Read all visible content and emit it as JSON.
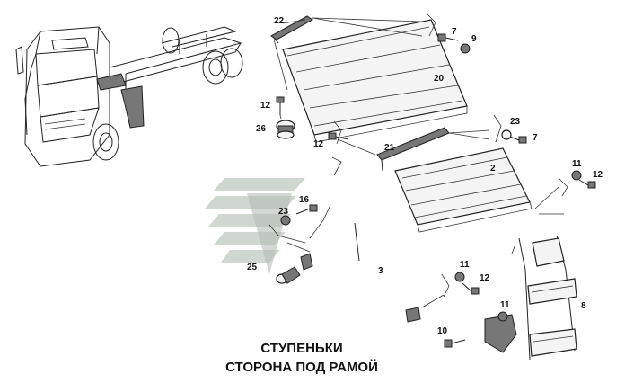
{
  "caption": {
    "line1": "СТУПЕНЬКИ",
    "line2": "СТОРОНА ПОД РАМОЙ"
  },
  "callouts": {
    "c22": "22",
    "c7a": "7",
    "c9": "9",
    "c20": "20",
    "c12a": "12",
    "c26": "26",
    "c12b": "12",
    "c21": "21",
    "c23a": "23",
    "c7b": "7",
    "c2": "2",
    "c11a": "11",
    "c12c": "12",
    "c16": "16",
    "c23b": "23",
    "c25": "25",
    "c3": "3",
    "c11b": "11",
    "c12d": "12",
    "c11c": "11",
    "c8": "8",
    "c10": "10"
  },
  "colors": {
    "watermark": "#c8cfc8",
    "watermark_dark": "#aab3aa",
    "line": "#222222"
  }
}
